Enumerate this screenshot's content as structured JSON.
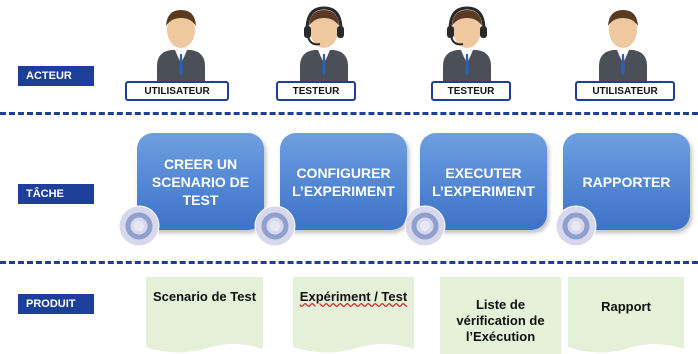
{
  "lanes": {
    "actor_label": "ACTEUR",
    "task_label": "TÂCHE",
    "product_label": "PRODUIT"
  },
  "actors": [
    {
      "role": "UTILISATEUR",
      "headset": false
    },
    {
      "role": "TESTEUR",
      "headset": true
    },
    {
      "role": "TESTEUR",
      "headset": true
    },
    {
      "role": "UTILISATEUR",
      "headset": false
    }
  ],
  "tasks": [
    {
      "label": "CREER UN SCENARIO DE TEST"
    },
    {
      "label": "CONFIGURER L’EXPERIMENT"
    },
    {
      "label": "EXECUTER L’EXPERIMENT"
    },
    {
      "label": "RAPPORTER"
    }
  ],
  "products": [
    {
      "label": "Scenario de Test"
    },
    {
      "label": "Expériment / Test"
    },
    {
      "label": "Liste de vérification de l’Exécution"
    },
    {
      "label": "Rapport"
    }
  ],
  "colors": {
    "lane": "#1d3f9a",
    "task_top": "#6e9fe0",
    "task_bottom": "#3c72c8",
    "doc": "#e4f0d8"
  }
}
